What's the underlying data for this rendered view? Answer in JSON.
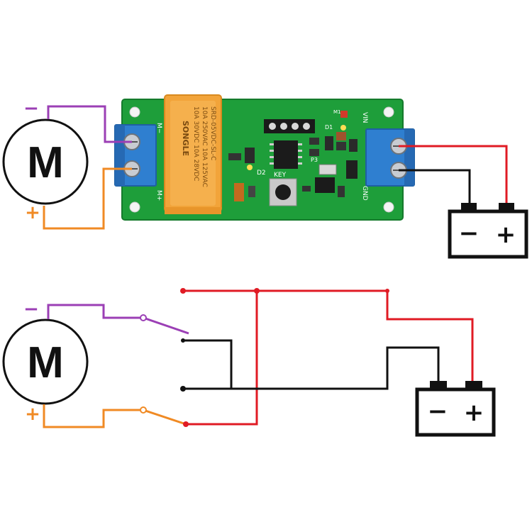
{
  "motor": {
    "letter": "M",
    "minus": "−",
    "plus": "+"
  },
  "battery": {
    "minus": "−",
    "plus": "+"
  },
  "board": {
    "label_mminus": "M−",
    "label_mplus": "M+",
    "label_vin": "VIN",
    "label_gnd": "GND",
    "label_key": "KEY",
    "label_d1": "D1",
    "label_d2": "D2",
    "label_p3": "P3",
    "label_m1": "M1",
    "relay_lines": [
      "SRD-05VDC-SL-C",
      "10A 250VAC 10A 125VAC",
      "10A 30VDC 10A 28VDC",
      "SONGLE"
    ]
  },
  "colors": {
    "purple": "#9b3fb5",
    "orange": "#f08a24",
    "red": "#e01b24",
    "black": "#111111",
    "pcb_green": "#1e9e3a",
    "terminal_blue": "#2f7fd0",
    "relay_orange": "#f2a43a"
  }
}
